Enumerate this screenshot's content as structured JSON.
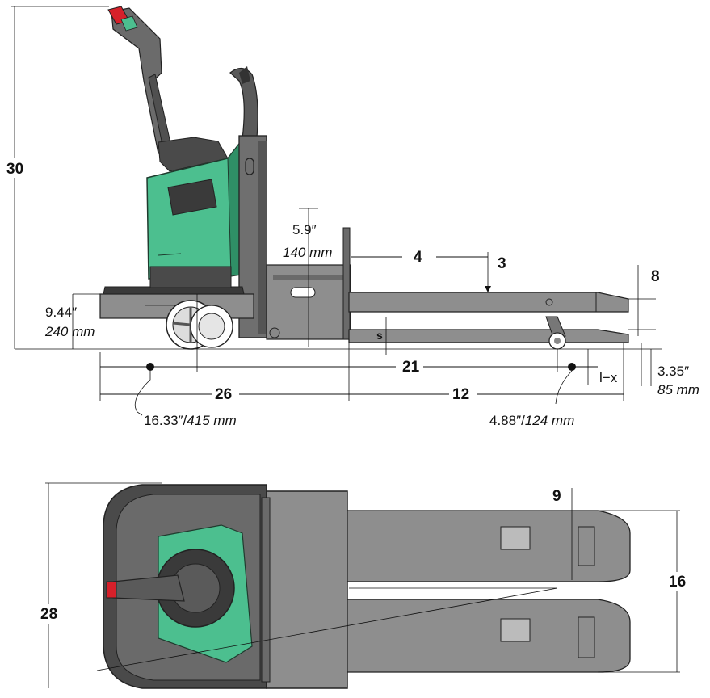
{
  "colors": {
    "body_green": "#4cbf8f",
    "body_green_dark": "#2f8f66",
    "frame_gray": "#8e8e8e",
    "frame_dark": "#4a4a4a",
    "handle_red": "#d6202a"
  },
  "side_view": {
    "labels": {
      "height_30": "30",
      "fork_height": "9.44″",
      "fork_height_mm": "240 mm",
      "lift_height": "5.9″",
      "lift_height_mm": "140 mm",
      "dim_4": "4",
      "dim_3": "3",
      "dim_8": "8",
      "dim_s": "s",
      "dim_21": "21",
      "dim_26": "26",
      "dim_12": "12",
      "dim_lx": "l−x",
      "lowered_height": "3.35″",
      "lowered_height_mm": "85 mm",
      "drive_offset": "16.33″/",
      "drive_offset_mm": "415 mm",
      "load_wheel_offset": "4.88″/",
      "load_wheel_offset_mm": "124 mm"
    }
  },
  "top_view": {
    "labels": {
      "width_28": "28",
      "dim_9": "9",
      "dim_16": "16"
    }
  }
}
